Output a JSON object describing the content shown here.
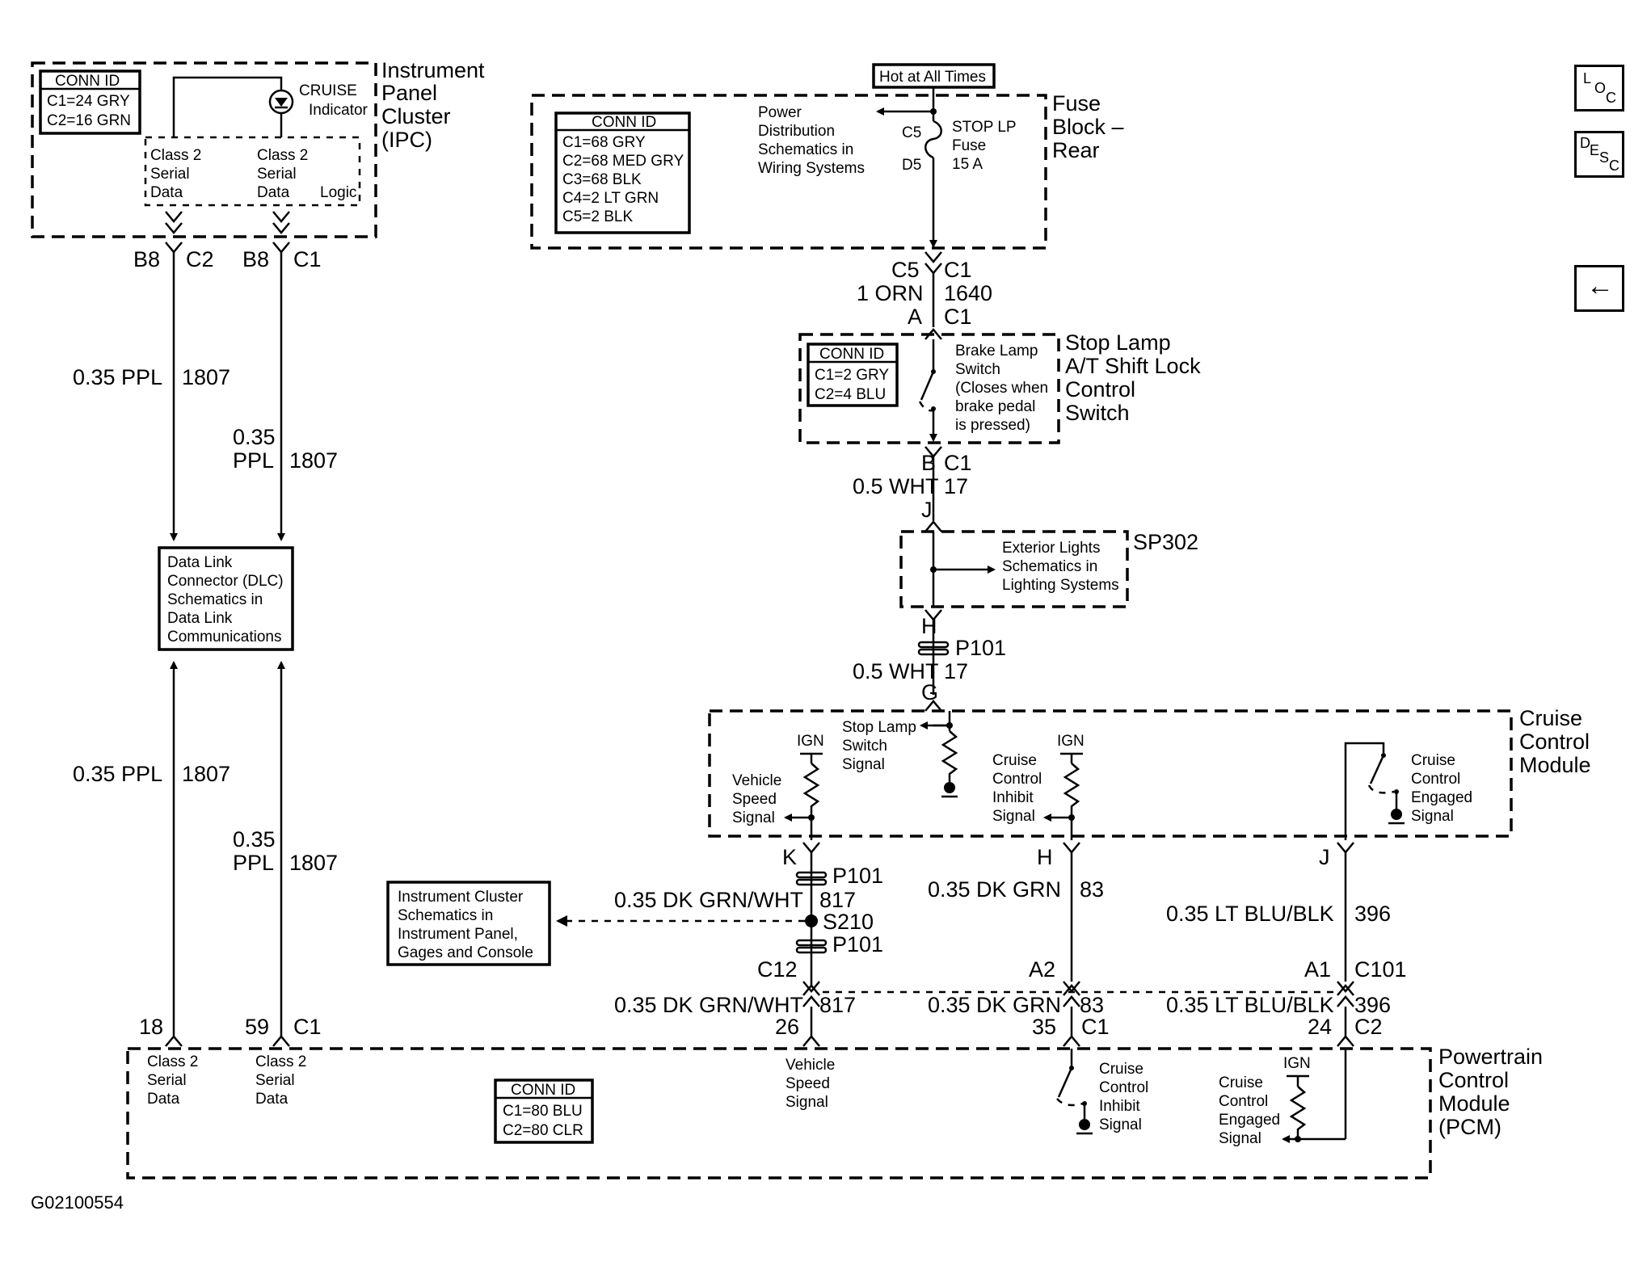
{
  "nav": {
    "loc": [
      "L",
      "O",
      "C"
    ],
    "desc": [
      "D",
      "E",
      "S",
      "C"
    ],
    "back": "←"
  },
  "figure_id": "G02100554",
  "ipc": {
    "title": [
      "Instrument",
      "Panel",
      "Cluster",
      "(IPC)"
    ],
    "conn_id": [
      "CONN ID",
      "C1=24 GRY",
      "C2=16 GRN"
    ],
    "cruise": [
      "CRUISE",
      "Indicator"
    ],
    "class2_a": [
      "Class 2",
      "Serial",
      "Data"
    ],
    "class2_b": [
      "Class 2",
      "Serial",
      "Data"
    ],
    "logic": "Logic",
    "pins": [
      "B8",
      "C2",
      "B8",
      "C1"
    ]
  },
  "wires_left": {
    "w1_top": [
      "0.35 PPL",
      "1807"
    ],
    "w2_top": [
      "0.35",
      "PPL",
      "1807"
    ],
    "w1_bot": [
      "0.35 PPL",
      "1807"
    ],
    "w2_bot": [
      "0.35",
      "PPL",
      "1807"
    ]
  },
  "dlc": [
    "Data Link",
    "Connector (DLC)",
    "Schematics in",
    "Data Link",
    "Communications"
  ],
  "fuse": {
    "hot": "Hot at All Times",
    "title": [
      "Fuse",
      "Block –",
      "Rear"
    ],
    "conn_id": [
      "CONN ID",
      "C1=68 GRY",
      "C2=68 MED GRY",
      "C3=68 BLK",
      "C4=2 LT GRN",
      "C5=2 BLK"
    ],
    "power": [
      "Power",
      "Distribution",
      "Schematics in",
      "Wiring Systems"
    ],
    "c5": "C5",
    "d5": "D5",
    "fuse_lbl": [
      "STOP LP",
      "Fuse",
      "15 A"
    ],
    "pins": [
      "C5",
      "C1"
    ],
    "wire": [
      "1 ORN",
      "1640"
    ],
    "pins2": [
      "A",
      "C1"
    ]
  },
  "stoplamp": {
    "title": [
      "Stop Lamp",
      "A/T Shift Lock",
      "Control",
      "Switch"
    ],
    "conn_id": [
      "CONN ID",
      "C1=2 GRY",
      "C2=4 BLU"
    ],
    "desc": [
      "Brake Lamp",
      "Switch",
      "(Closes when",
      "brake pedal",
      "is pressed)"
    ],
    "pins": [
      "B",
      "C1"
    ],
    "wire": [
      "0.5 WHT",
      "17"
    ],
    "pin_j": "J"
  },
  "sp302": {
    "name": "SP302",
    "desc": [
      "Exterior Lights",
      "Schematics in",
      "Lighting Systems"
    ],
    "pin_h": "H",
    "p101": "P101",
    "wire": [
      "0.5 WHT",
      "17"
    ],
    "pin_g": "G"
  },
  "ccm": {
    "title": [
      "Cruise",
      "Control",
      "Module"
    ],
    "ign1": "IGN",
    "ign2": "IGN",
    "vss": [
      "Vehicle",
      "Speed",
      "Signal"
    ],
    "sls": [
      "Stop Lamp",
      "Switch",
      "Signal"
    ],
    "cci": [
      "Cruise",
      "Control",
      "Inhibit",
      "Signal"
    ],
    "cce": [
      "Cruise",
      "Control",
      "Engaged",
      "Signal"
    ],
    "pins": [
      "K",
      "H",
      "J"
    ]
  },
  "mid": {
    "p101a": "P101",
    "wire817": [
      "0.35 DK GRN/WHT",
      "817"
    ],
    "s210": "S210",
    "p101b": "P101",
    "ic": [
      "Instrument Cluster",
      "Schematics in",
      "Instrument Panel,",
      "Gages and Console"
    ],
    "wire83": [
      "0.35 DK GRN",
      "83"
    ],
    "wire396": [
      "0.35 LT BLU/BLK",
      "396"
    ],
    "pins": [
      "C12",
      "A2",
      "A1",
      "C101"
    ],
    "wire817b": [
      "0.35 DK GRN/WHT",
      "817"
    ],
    "wire83b": [
      "0.35 DK GRN",
      "83"
    ],
    "wire396b": [
      "0.35 LT BLU/BLK",
      "396"
    ]
  },
  "pcm": {
    "title": [
      "Powertrain",
      "Control",
      "Module",
      "(PCM)"
    ],
    "pins": [
      "18",
      "59",
      "C1",
      "26",
      "35",
      "C1",
      "24",
      "C2"
    ],
    "class2_a": [
      "Class 2",
      "Serial",
      "Data"
    ],
    "class2_b": [
      "Class 2",
      "Serial",
      "Data"
    ],
    "conn_id": [
      "CONN ID",
      "C1=80 BLU",
      "C2=80 CLR"
    ],
    "vss": [
      "Vehicle",
      "Speed",
      "Signal"
    ],
    "cci": [
      "Cruise",
      "Control",
      "Inhibit",
      "Signal"
    ],
    "cce": [
      "Cruise",
      "Control",
      "Engaged",
      "Signal"
    ],
    "ign": "IGN"
  }
}
